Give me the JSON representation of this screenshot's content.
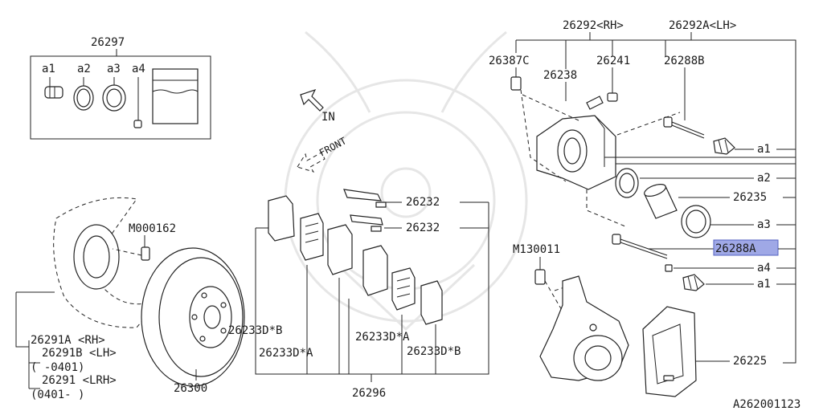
{
  "labels": {
    "kit": "26297",
    "kit_a1": "a1",
    "kit_a2": "a2",
    "kit_a3": "a3",
    "kit_a4": "a4",
    "rh_caliper": "26292<RH>",
    "lh_caliper": "26292A<LH>",
    "bolt_c": "26387C",
    "bleeder": "26241",
    "cap": "26238",
    "pin_b": "26288B",
    "a1_top": "a1",
    "a2": "a2",
    "piston": "26235",
    "a3": "a3",
    "pin_a": "26288A",
    "a4": "a4",
    "a1_bottom": "a1",
    "bolt_m13": "M130011",
    "bracket": "26225",
    "clip_top": "26232",
    "clip_mid": "26232",
    "shim_b_left": "26233D*B",
    "shim_a_left": "26233D*A",
    "shim_a_right": "26233D*A",
    "shim_b_right": "26233D*B",
    "pad_kit": "26296",
    "bolt_m00": "M000162",
    "shield_a": "26291A <RH>",
    "shield_b": "26291B <LH>",
    "shield_b_range": "(     -0401)",
    "shield_c": "26291  <LRH>",
    "shield_c_range": "(0401-     )",
    "rotor": "26300",
    "arrow_in": "IN",
    "arrow_front": "FRONT",
    "diagram_id": "A262001123"
  },
  "colors": {
    "highlight": "#9fa8e6",
    "line": "#222222",
    "watermark": "#e6e6e6"
  },
  "icons": [
    "in-arrow-icon",
    "front-arrow-icon"
  ]
}
